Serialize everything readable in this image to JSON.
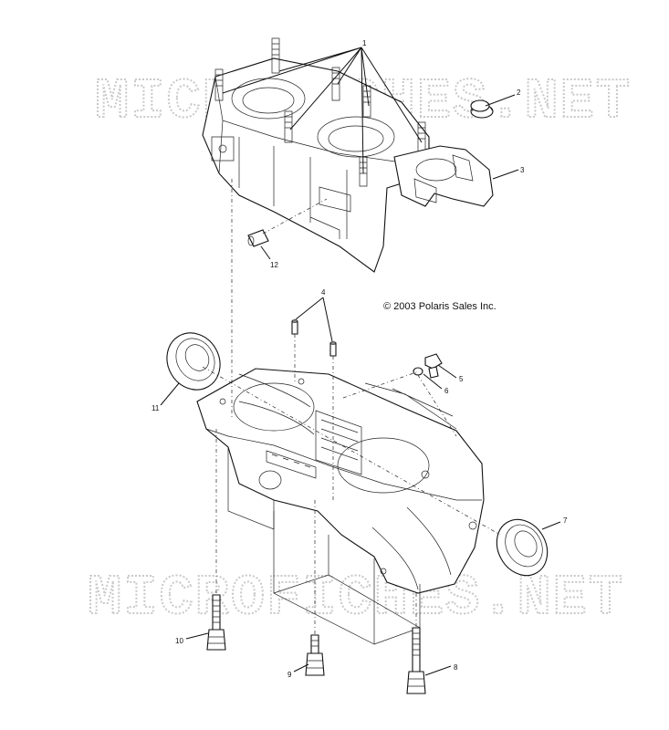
{
  "watermark": {
    "text": "MICROFICHES.NET"
  },
  "copyright": "© 2003 Polaris Sales Inc.",
  "callouts": {
    "c1": "1",
    "c2": "2",
    "c3": "3",
    "c4": "4",
    "c5": "5",
    "c6": "6",
    "c7": "7",
    "c8": "8",
    "c9": "9",
    "c10": "10",
    "c11": "11",
    "c12": "12"
  }
}
